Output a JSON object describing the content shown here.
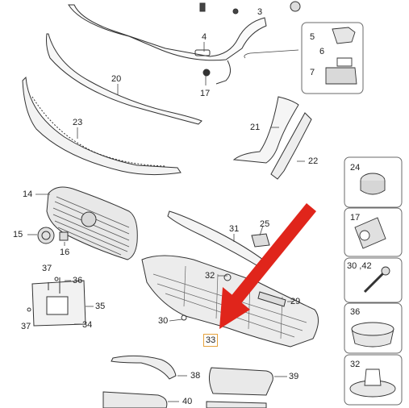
{
  "labels": {
    "p3": "3",
    "p4": "4",
    "p5": "5",
    "p6": "6",
    "p7": "7",
    "p15": "15",
    "p16": "16",
    "p17": "17",
    "p20": "20",
    "p21": "21",
    "p22": "22",
    "p23": "23",
    "p24": "24",
    "p25": "25",
    "p29": "29",
    "p30": "30",
    "p31": "31",
    "p32": "32",
    "p33": "33",
    "p34": "34",
    "p35": "35",
    "p36": "36",
    "p37a": "37",
    "p37b": "37",
    "p38": "38",
    "p39": "39",
    "p40": "40",
    "p14": "14"
  },
  "side_panel": {
    "b24": "24",
    "b17": "17",
    "b30_42": "30 ,42",
    "b36": "36",
    "b32": "32"
  },
  "colors": {
    "arrow": "#e0251b",
    "highlight": "#e6a23c",
    "line": "#333333"
  }
}
